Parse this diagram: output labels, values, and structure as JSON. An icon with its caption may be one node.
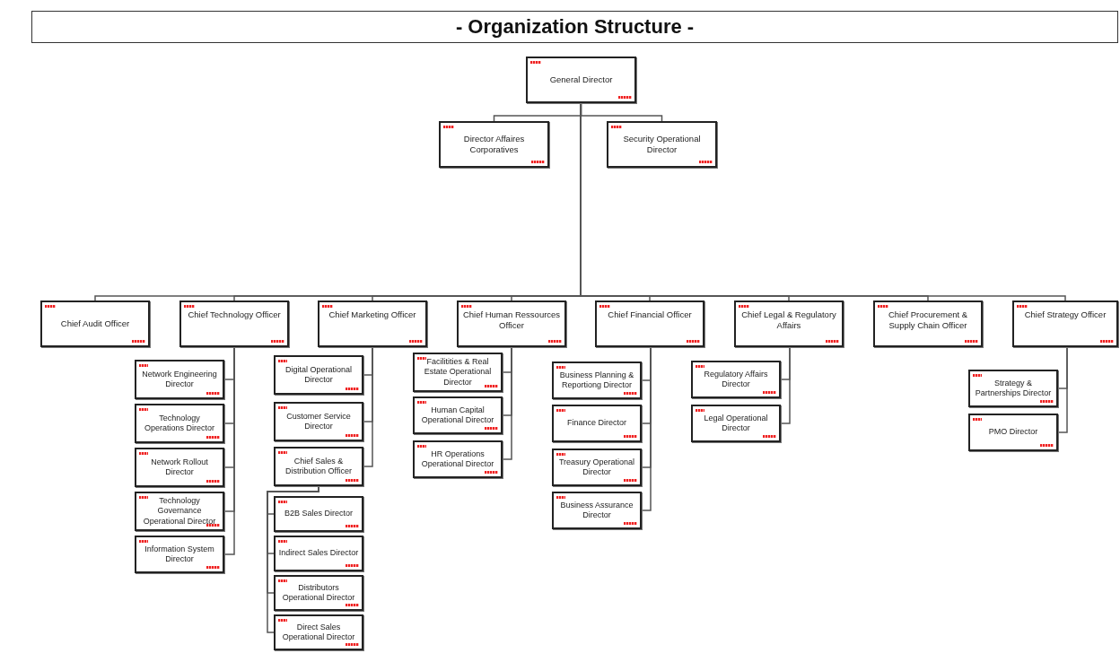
{
  "diagram": {
    "title": "- Organization Structure -",
    "nodes": [
      {
        "text": [
          "General Director"
        ]
      },
      {
        "text": [
          "Director Affaires Corporatives"
        ]
      },
      {
        "text": [
          "Security Operational Director"
        ]
      },
      {
        "text": [
          "Chief Audit Officer"
        ]
      },
      {
        "text": [
          "Chief Technology Officer"
        ]
      },
      {
        "text": [
          "Chief Marketing Officer"
        ]
      },
      {
        "text": [
          "Chief Human Ressources Officer"
        ]
      },
      {
        "text": [
          "Chief Financial Officer"
        ]
      },
      {
        "text": [
          "Chief Legal & Regulatory Affairs"
        ]
      },
      {
        "text": [
          "Chief Procurement & Supply Chain Officer"
        ]
      },
      {
        "text": [
          "Chief Strategy Officer"
        ]
      },
      {
        "text": [
          "Network Engineering Director"
        ]
      },
      {
        "text": [
          "Technology Operations Director"
        ]
      },
      {
        "text": [
          "Network Rollout Director"
        ]
      },
      {
        "text": [
          "Technology Governance Operational Director"
        ]
      },
      {
        "text": [
          "Information System Director"
        ]
      },
      {
        "text": [
          "Digital Operational Director"
        ]
      },
      {
        "text": [
          "Customer Service Director"
        ]
      },
      {
        "text": [
          "Chief Sales & Distribution Officer"
        ]
      },
      {
        "text": [
          "B2B Sales Director"
        ]
      },
      {
        "text": [
          "Indirect Sales Director"
        ]
      },
      {
        "text": [
          "Distributors Operational Director"
        ]
      },
      {
        "text": [
          "Direct Sales Operational Director"
        ]
      },
      {
        "text": [
          "Facilitities & Real Estate Operational Director"
        ]
      },
      {
        "text": [
          "Human Capital Operational Director"
        ]
      },
      {
        "text": [
          "HR Operations Operational Director"
        ]
      },
      {
        "text": [
          "Business Planning & Reportiong Director"
        ]
      },
      {
        "text": [
          "Finance Director"
        ]
      },
      {
        "text": [
          "Treasury Operational Director"
        ]
      },
      {
        "text": [
          "Business Assurance Director"
        ]
      },
      {
        "text": [
          "Regulatory Affairs Director"
        ]
      },
      {
        "text": [
          "Legal Operational Director"
        ]
      },
      {
        "text": [
          "Strategy & Partnerships Director"
        ]
      },
      {
        "text": [
          "PMO Director"
        ]
      }
    ],
    "edges": [
      {
        "from": 0,
        "to": 1,
        "arrow": "none"
      },
      {
        "from": 0,
        "to": 2,
        "arrow": "none"
      },
      {
        "from": 0,
        "to": 3,
        "arrow": "none"
      },
      {
        "from": 0,
        "to": 4,
        "arrow": "none"
      },
      {
        "from": 0,
        "to": 5,
        "arrow": "none"
      },
      {
        "from": 0,
        "to": 6,
        "arrow": "none"
      },
      {
        "from": 0,
        "to": 7,
        "arrow": "none"
      },
      {
        "from": 0,
        "to": 8,
        "arrow": "none"
      },
      {
        "from": 0,
        "to": 9,
        "arrow": "none"
      },
      {
        "from": 0,
        "to": 10,
        "arrow": "none"
      },
      {
        "from": 4,
        "to": 11,
        "arrow": "none"
      },
      {
        "from": 4,
        "to": 12,
        "arrow": "none"
      },
      {
        "from": 4,
        "to": 13,
        "arrow": "none"
      },
      {
        "from": 4,
        "to": 14,
        "arrow": "none"
      },
      {
        "from": 4,
        "to": 15,
        "arrow": "none"
      },
      {
        "from": 5,
        "to": 16,
        "arrow": "none"
      },
      {
        "from": 5,
        "to": 17,
        "arrow": "none"
      },
      {
        "from": 5,
        "to": 18,
        "arrow": "none"
      },
      {
        "from": 18,
        "to": 19,
        "arrow": "none"
      },
      {
        "from": 18,
        "to": 20,
        "arrow": "none"
      },
      {
        "from": 18,
        "to": 21,
        "arrow": "none"
      },
      {
        "from": 18,
        "to": 22,
        "arrow": "none"
      },
      {
        "from": 6,
        "to": 23,
        "arrow": "none"
      },
      {
        "from": 6,
        "to": 24,
        "arrow": "none"
      },
      {
        "from": 6,
        "to": 25,
        "arrow": "none"
      },
      {
        "from": 7,
        "to": 26,
        "arrow": "none"
      },
      {
        "from": 7,
        "to": 27,
        "arrow": "none"
      },
      {
        "from": 7,
        "to": 28,
        "arrow": "none"
      },
      {
        "from": 7,
        "to": 29,
        "arrow": "none"
      },
      {
        "from": 8,
        "to": 30,
        "arrow": "none"
      },
      {
        "from": 8,
        "to": 31,
        "arrow": "none"
      },
      {
        "from": 10,
        "to": 32,
        "arrow": "none"
      },
      {
        "from": 10,
        "to": 33,
        "arrow": "none"
      }
    ]
  }
}
